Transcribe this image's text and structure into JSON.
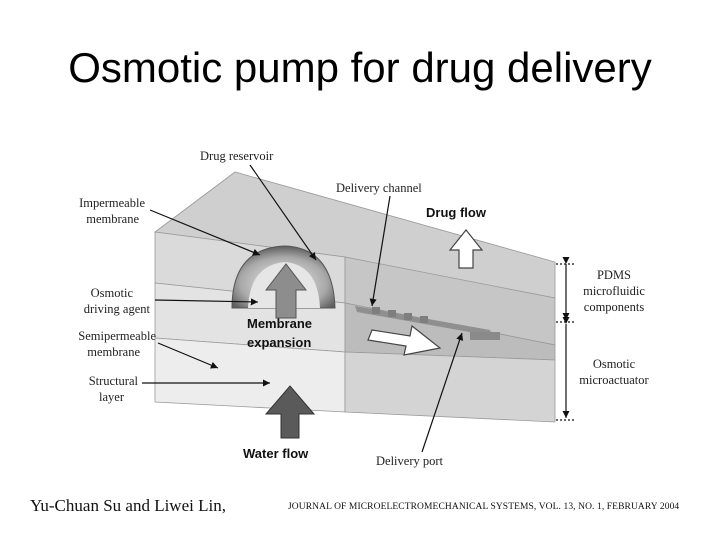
{
  "slide": {
    "title": "Osmotic pump for drug delivery"
  },
  "diagram": {
    "labels": {
      "drug_reservoir": "Drug reservoir",
      "delivery_channel": "Delivery channel",
      "drug_flow": "Drug flow",
      "impermeable_membrane": [
        "Impermeable",
        "membrane"
      ],
      "osmotic_driving_agent": [
        "Osmotic",
        "driving agent"
      ],
      "semipermeable_membrane": [
        "Semipermeable",
        "membrane"
      ],
      "structural_layer": [
        "Structural",
        "layer"
      ],
      "membrane_expansion": [
        "Membrane",
        "expansion"
      ],
      "water_flow": "Water flow",
      "delivery_port": "Delivery port",
      "pdms_components": [
        "PDMS",
        "microfluidic",
        "components"
      ],
      "osmotic_microactuator": [
        "Osmotic",
        "microactuator"
      ]
    }
  },
  "footer": {
    "authors": "Yu-Chuan Su and Liwei Lin,",
    "journal": "JOURNAL OF MICROELECTROMECHANICAL SYSTEMS, VOL. 13, NO. 1, FEBRUARY 2004"
  }
}
